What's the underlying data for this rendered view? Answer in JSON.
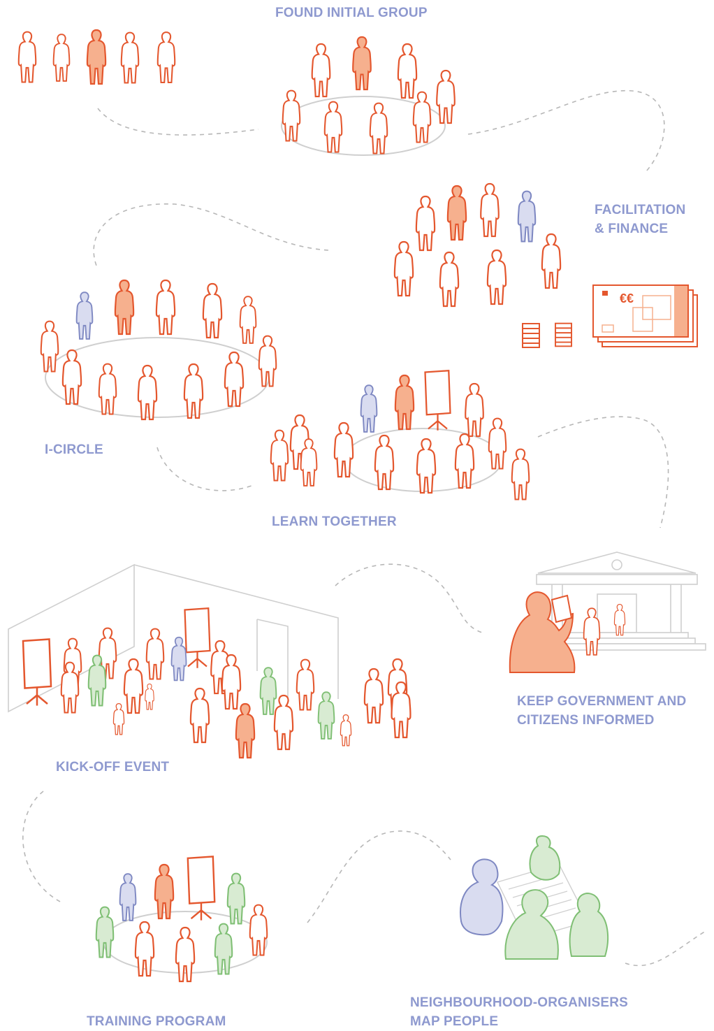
{
  "labels": {
    "found_initial_group": "FOUND INITIAL GROUP",
    "facilitation_line1": "FACILITATION",
    "facilitation_line2": "& FINANCE",
    "i_circle": "I-CIRCLE",
    "learn_together": "LEARN TOGETHER",
    "keep_informed_line1": "KEEP GOVERNMENT AND",
    "keep_informed_line2": "CITIZENS INFORMED",
    "kick_off_event": "KICK-OFF EVENT",
    "training_program": "TRAINING PROGRAM",
    "map_people_line1": "NEIGHBOURHOOD-ORGANISERS",
    "map_people_line2": "MAP PEOPLE"
  },
  "money": {
    "currency_symbol": "€€"
  },
  "colors": {
    "label": "#8e99cf",
    "person_outline": "#e4572e",
    "person_highlight_fill": "#f6b08e",
    "facilitator_fill": "#d9dcf0",
    "facilitator_stroke": "#7e88c2",
    "volunteer_fill": "#d8ebd2",
    "volunteer_stroke": "#7fbf74",
    "path": "#b7b7b7",
    "ring": "#cfcfcf"
  },
  "icons": [
    "person-figure",
    "flipchart-icon",
    "banknote-icon",
    "coin-stack-icon",
    "town-hall-icon",
    "document-icon"
  ]
}
